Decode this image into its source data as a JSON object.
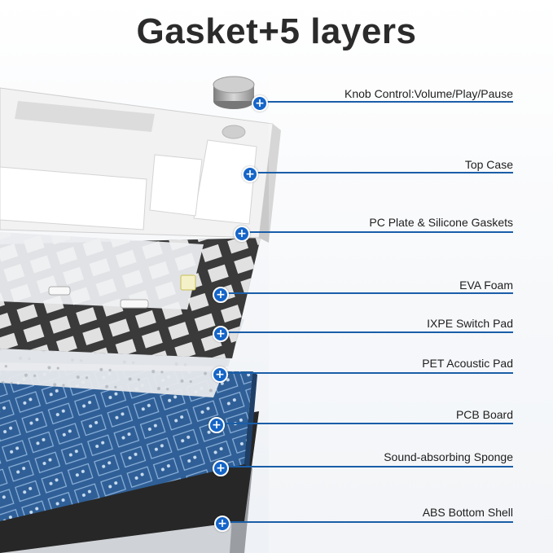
{
  "title": "Gasket+5 layers",
  "layers": [
    {
      "label": "Knob Control:Volume/Play/Pause",
      "icon": "plus-icon"
    },
    {
      "label": "Top Case",
      "icon": "plus-icon"
    },
    {
      "label": "PC Plate & Silicone Gaskets",
      "icon": "plus-icon"
    },
    {
      "label": "EVA Foam",
      "icon": "plus-icon"
    },
    {
      "label": "IXPE Switch Pad",
      "icon": "plus-icon"
    },
    {
      "label": "PET Acoustic Pad",
      "icon": "plus-icon"
    },
    {
      "label": "PCB Board",
      "icon": "plus-icon"
    },
    {
      "label": "Sound-absorbing Sponge",
      "icon": "plus-icon"
    },
    {
      "label": "ABS Bottom Shell",
      "icon": "plus-icon"
    }
  ],
  "plus_glyph": "+",
  "colors": {
    "accent": "#1565c8",
    "leader": "#1a5ea8",
    "pcb": "#2f5f96",
    "foam": "#3c3c3c",
    "sponge": "#2d2d2d",
    "case": "#f2f2f2"
  }
}
